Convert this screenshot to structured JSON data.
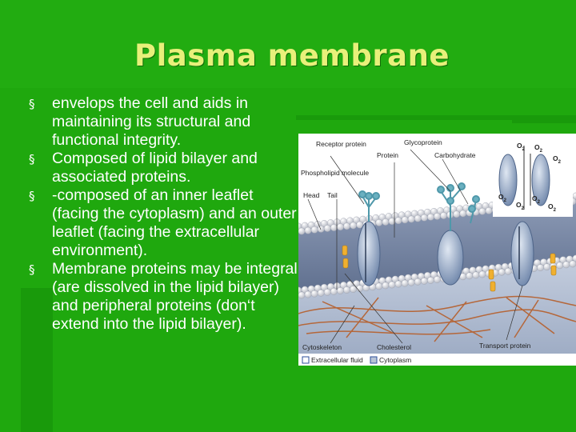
{
  "slide": {
    "title": "Plasma membrane",
    "bullets": [
      "envelops the cell and aids in maintaining its structural and functional integrity.",
      "Composed of lipid bilayer and associated proteins.",
      "-composed of an inner leaflet (facing the cytoplasm) and an outer leaflet (facing the extracellular environment).",
      "Membrane proteins may be integral (are dissolved in the lipid bilayer) and peripheral proteins (don‘t extend into the lipid bilayer)."
    ],
    "bullet_symbol": "§"
  },
  "figure": {
    "labels": {
      "receptor_protein": "Receptor protein",
      "glycoprotein": "Glycoprotein",
      "protein": "Protein",
      "carbohydrate": "Carbohydrate",
      "phospholipid_molecule": "Phospholipid molecule",
      "head": "Head",
      "tail": "Tail",
      "cytoskeleton": "Cytoskeleton",
      "cholesterol": "Cholesterol",
      "transport_protein": "Transport protein",
      "o2": "O",
      "o2_sub": "2"
    },
    "legend": {
      "extracellular": "Extracellular fluid",
      "cytoplasm": "Cytoplasm",
      "extracellular_color": "#ffffff",
      "cytoplasm_color": "#b8c4d6"
    },
    "colors": {
      "head": "#e9eaee",
      "tail": "#7c8ba8",
      "protein": "#8fa3bf",
      "carbohydrate": "#6ab0c0",
      "cytoskeleton": "#b5673a",
      "cholesterol": "#f0b030"
    }
  }
}
